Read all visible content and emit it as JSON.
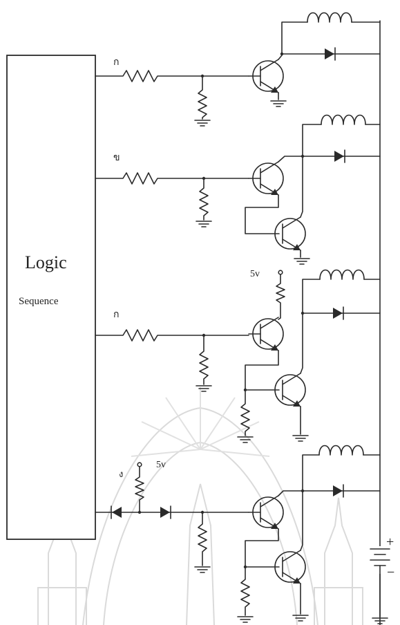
{
  "logic_block": {
    "title": "Logic",
    "subtitle": "Sequence"
  },
  "stage_marks": [
    "ก",
    "ข",
    "ก",
    "ง"
  ],
  "supply_labels": {
    "top": "5v",
    "bottom": "5v"
  },
  "battery_labels": {
    "plus": "+",
    "minus": "−"
  }
}
